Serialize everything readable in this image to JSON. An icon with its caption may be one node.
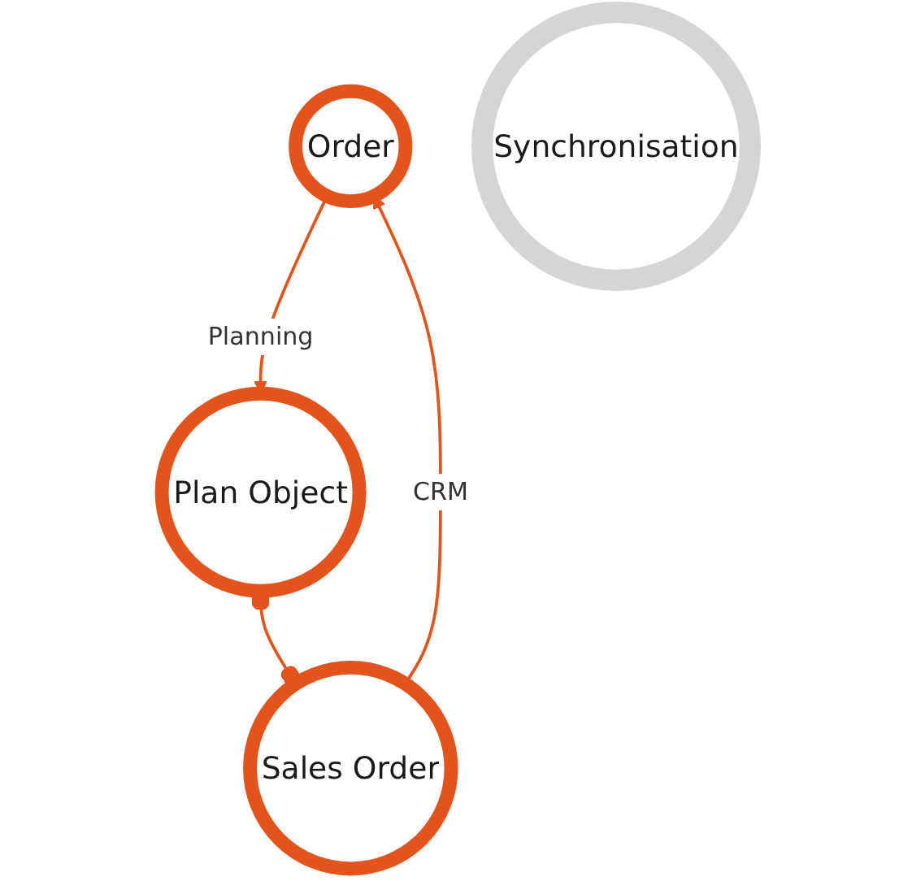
{
  "diagram": {
    "nodes": [
      {
        "text": [
          "Order"
        ]
      },
      {
        "text": [
          "Plan Object"
        ]
      },
      {
        "text": [
          "Sales Order"
        ]
      },
      {
        "text": [
          "Synchronisation"
        ]
      }
    ],
    "edges": [
      {
        "from": 0,
        "to": 1,
        "arrow": "to",
        "label": "Planning"
      },
      {
        "from": 2,
        "to": 0,
        "arrow": "to",
        "label": "CRM"
      },
      {
        "from": 1,
        "to": 2,
        "arrow": "other"
      }
    ]
  }
}
